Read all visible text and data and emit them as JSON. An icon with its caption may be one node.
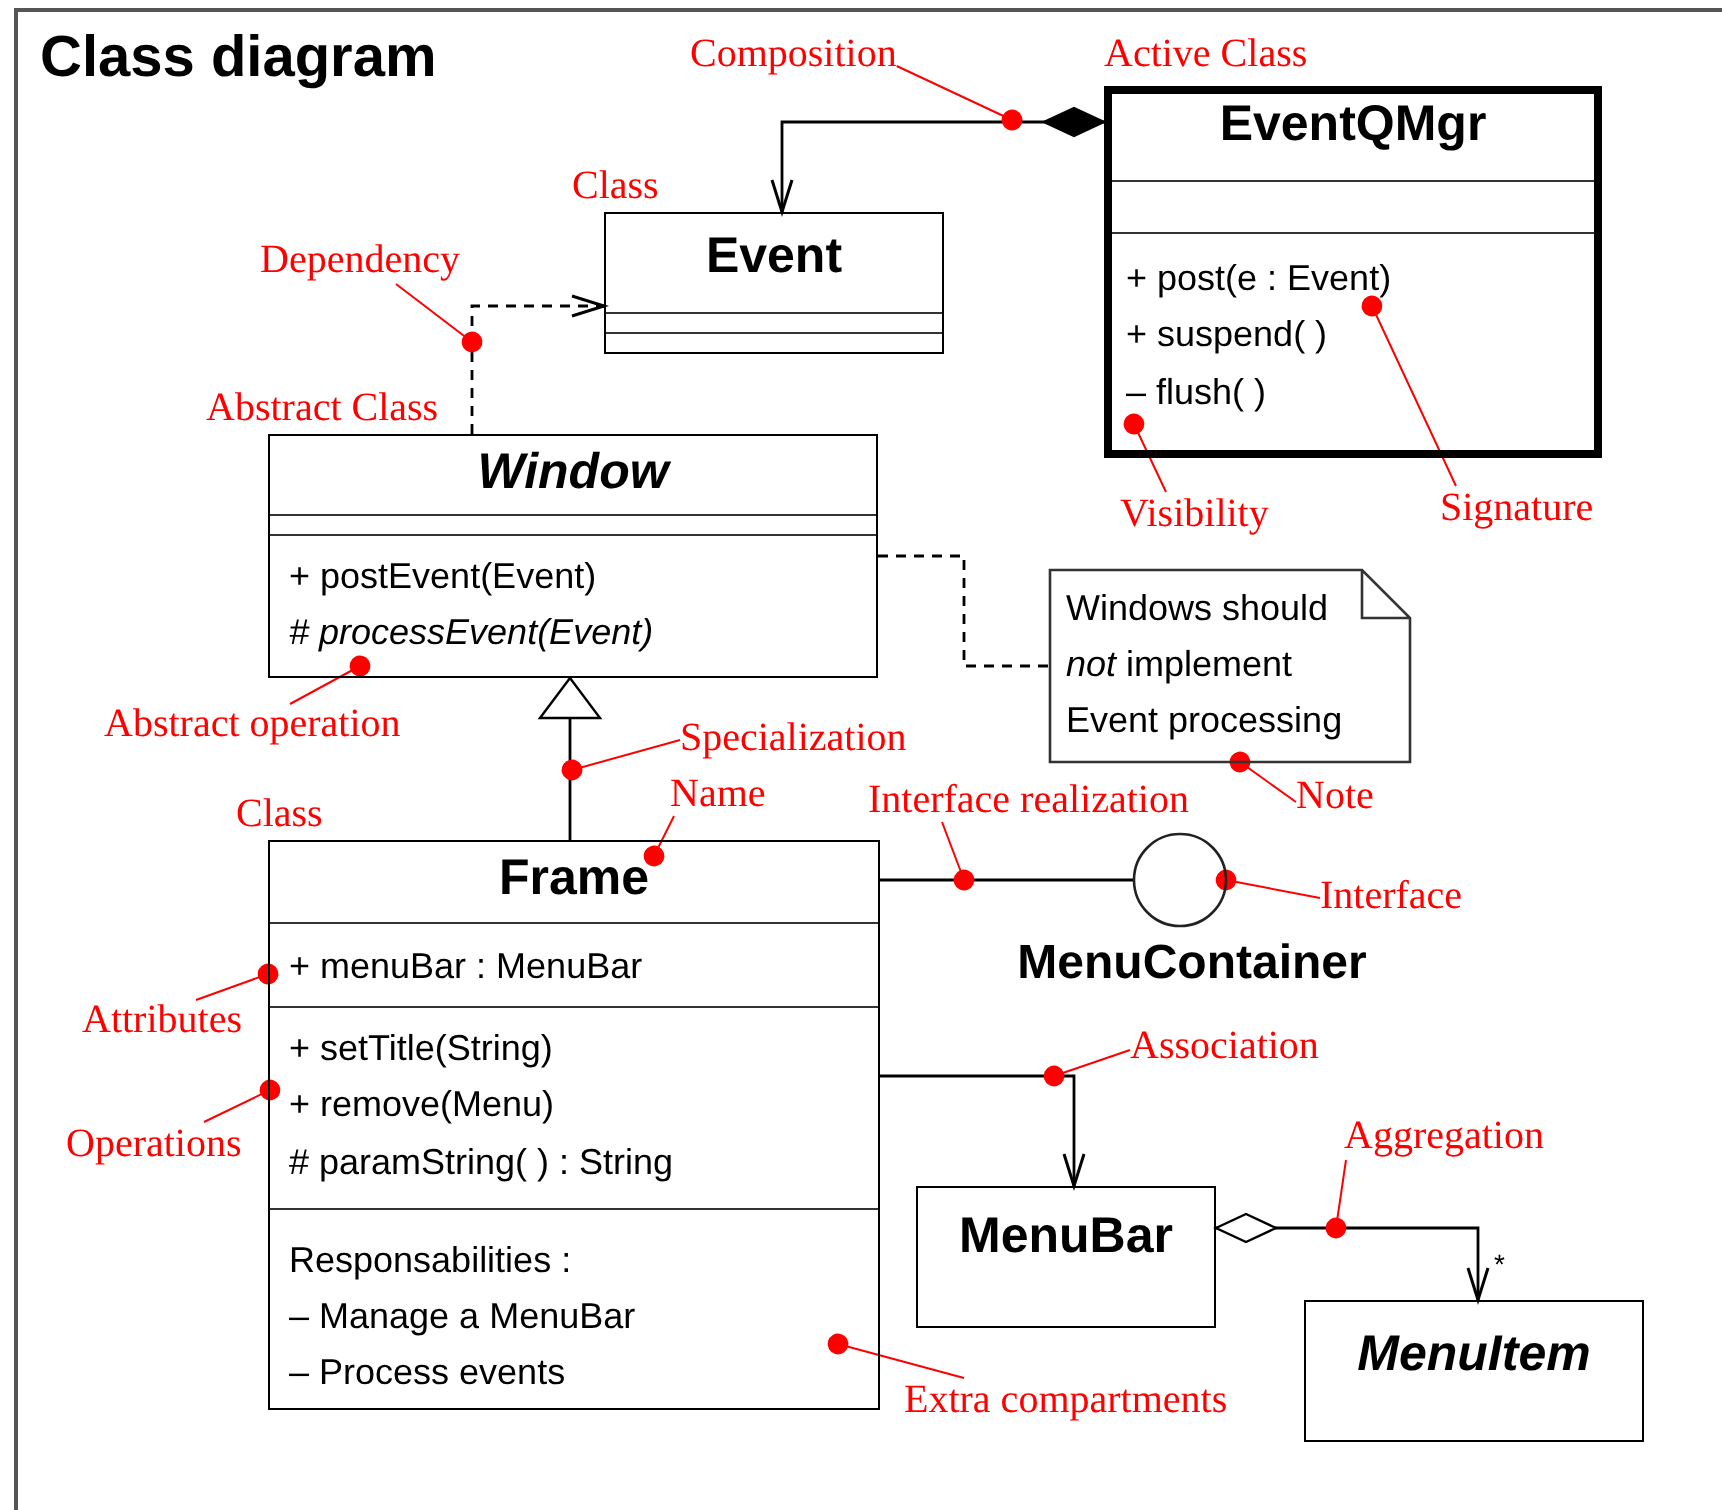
{
  "diagram": {
    "title": "Class diagram",
    "nodes": [
      {
        "text": [
          "EventQMgr",
          "+ post(e : Event)",
          "+ suspend( )",
          "– flush( )"
        ],
        "beside": [
          "Active Class"
        ]
      },
      {
        "text": [
          "Event"
        ]
      },
      {
        "text": [
          "Window",
          "+ postEvent(Event)",
          "# processEvent(Event)"
        ]
      },
      {
        "text": [
          "Windows should *not* implement Event processing"
        ]
      },
      {
        "text": [
          "Frame",
          "+ menuBar : MenuBar",
          "+ setTitle(String)",
          "+ remove(Menu)",
          "# paramString( ) : String",
          "Responsabilities :",
          "– Manage a MenuBar",
          "– Process events"
        ]
      },
      {
        "text": [
          "MenuContainer"
        ]
      },
      {
        "text": [
          "MenuBar"
        ]
      },
      {
        "text": [
          "MenuItem"
        ]
      },
      {
        "text": [
          "Composition"
        ]
      },
      {
        "text": [
          "Dependency"
        ]
      },
      {
        "text": [
          "Visibility"
        ]
      },
      {
        "text": [
          "Signature"
        ]
      },
      {
        "text": [
          "Abstract operation"
        ]
      },
      {
        "text": [
          "Specialization"
        ]
      },
      {
        "text": [
          "Name"
        ]
      },
      {
        "text": [
          "Interface realization"
        ]
      },
      {
        "text": [
          "Note"
        ]
      },
      {
        "text": [
          "Interface"
        ]
      },
      {
        "text": [
          "Attributes"
        ]
      },
      {
        "text": [
          "Operations"
        ]
      },
      {
        "text": [
          "Association"
        ]
      },
      {
        "text": [
          "Aggregation"
        ]
      },
      {
        "text": [
          "Extra compartments"
        ]
      }
    ],
    "edges": [
      {
        "from": 0,
        "to": 1,
        "arrow": "to",
        "color": "#000000"
      },
      {
        "from": 2,
        "to": 1,
        "arrow": "to",
        "style": "dashed",
        "color": "#000000"
      },
      {
        "from": 2,
        "to": 3,
        "arrow": "none",
        "style": "dashed",
        "color": "#000000"
      },
      {
        "from": 4,
        "to": 2,
        "arrow": "to",
        "color": "#000000"
      },
      {
        "from": 4,
        "to": 5,
        "arrow": "none",
        "color": "#000000"
      },
      {
        "from": 4,
        "to": 6,
        "arrow": "to",
        "color": "#000000"
      },
      {
        "from": 6,
        "to": 7,
        "arrow": "to",
        "color": "#000000"
      },
      {
        "from": 8,
        "to": null,
        "arrow": "other"
      },
      {
        "from": 9,
        "to": null,
        "arrow": "other"
      },
      {
        "from": 10,
        "to": 0,
        "arrow": "other"
      },
      {
        "from": 11,
        "to": 0,
        "arrow": "other"
      },
      {
        "from": 12,
        "to": null,
        "arrow": "other"
      },
      {
        "from": 13,
        "to": null,
        "arrow": "other"
      },
      {
        "from": 14,
        "to": 4,
        "arrow": "other"
      },
      {
        "from": 15,
        "to": null,
        "arrow": "other"
      },
      {
        "from": 16,
        "to": 3,
        "arrow": "other"
      },
      {
        "from": 17,
        "to": 5,
        "arrow": "other"
      },
      {
        "from": 18,
        "to": null,
        "arrow": "other"
      },
      {
        "from": 19,
        "to": null,
        "arrow": "other"
      },
      {
        "from": 20,
        "to": null,
        "arrow": "other"
      },
      {
        "from": 21,
        "to": null,
        "arrow": "other"
      },
      {
        "from": 22,
        "to": 4,
        "arrow": "other"
      }
    ],
    "labels": [
      "Class",
      "Abstract Class",
      "Class",
      "*"
    ]
  }
}
